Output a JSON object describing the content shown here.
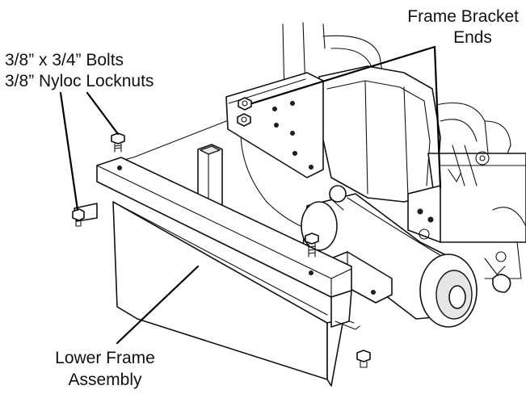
{
  "callouts": {
    "frame_bracket_line1": "Frame Bracket",
    "frame_bracket_line2": "Ends",
    "bolts": "3/8” x 3/4” Bolts",
    "locknuts": "3/8” Nyloc Locknuts",
    "lower_frame_line1": "Lower Frame",
    "lower_frame_line2": "Assembly"
  },
  "colors": {
    "line": "#111111",
    "background": "#ffffff"
  }
}
